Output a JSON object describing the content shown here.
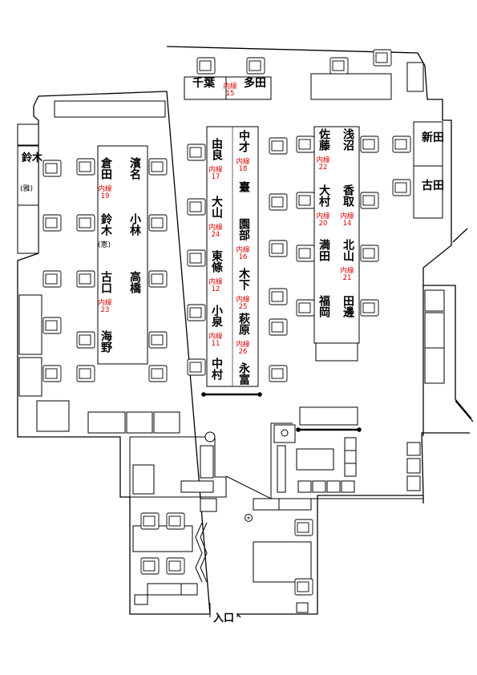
{
  "top": {
    "left_name": "千葉",
    "right_name": "多田",
    "ext": "内線\n15"
  },
  "right_side": {
    "name1": "新田",
    "name2": "古田"
  },
  "left_side": {
    "name": "鈴木",
    "sub": "(雅)"
  },
  "group_left": {
    "left_col": [
      {
        "name": "倉田",
        "ext": "内線\n19"
      },
      {
        "name": "鈴木",
        "sub": "(恵)"
      },
      {
        "name": "古口",
        "ext": "内線\n23"
      },
      {
        "name": "海野"
      }
    ],
    "right_col": [
      {
        "name": "濱名"
      },
      {
        "name": "小林"
      },
      {
        "name": "高橋"
      }
    ]
  },
  "group_center": {
    "left_col": [
      {
        "name": "由良",
        "ext": "内線\n17"
      },
      {
        "name": "大山",
        "ext": "内線\n24"
      },
      {
        "name": "東條",
        "ext": "内線\n12"
      },
      {
        "name": "小泉",
        "ext": "内線\n11"
      },
      {
        "name": "中村"
      }
    ],
    "right_col": [
      {
        "name": "中才",
        "ext": "内線\n18"
      },
      {
        "name": "臺"
      },
      {
        "name": "園部",
        "ext": "内線\n16"
      },
      {
        "name": "木下",
        "ext": "内線\n25"
      },
      {
        "name": "萩原",
        "ext": "内線\n26"
      },
      {
        "name": "永富"
      }
    ]
  },
  "group_right": {
    "left_col": [
      {
        "name": "佐藤",
        "ext": "内線\n22"
      },
      {
        "name": "大村",
        "ext": "内線\n20"
      },
      {
        "name": "満田"
      },
      {
        "name": "福岡"
      }
    ],
    "right_col": [
      {
        "name": "浅沼"
      },
      {
        "name": "香取",
        "ext": "内線\n14"
      },
      {
        "name": "北山",
        "ext": "内線\n21"
      },
      {
        "name": "田邊"
      }
    ]
  },
  "entrance": "入口"
}
